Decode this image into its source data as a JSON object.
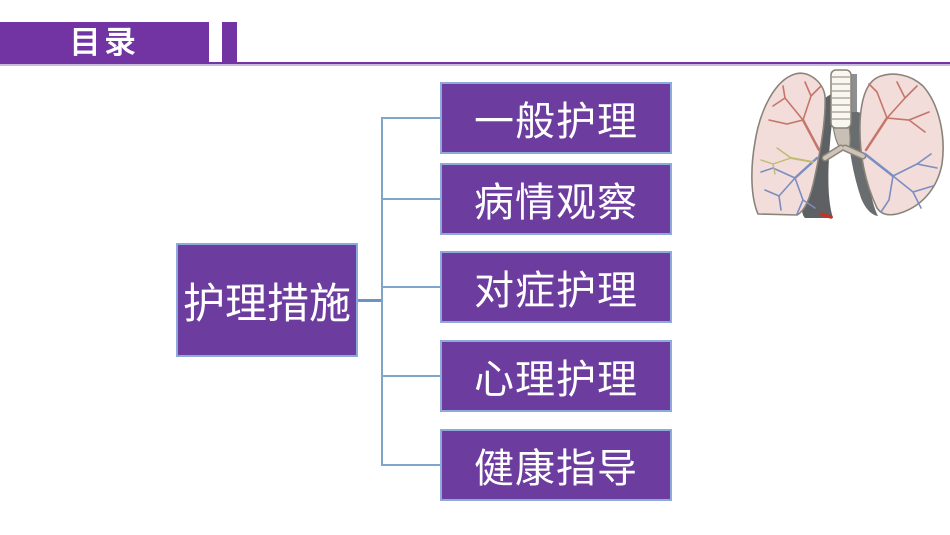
{
  "header": {
    "badge": "目录"
  },
  "diagram": {
    "root_label": "护理措施",
    "items": [
      {
        "label": "一般护理"
      },
      {
        "label": "病情观察"
      },
      {
        "label": "对症护理"
      },
      {
        "label": "心理护理"
      },
      {
        "label": "健康指导"
      }
    ]
  },
  "illustration": {
    "name": "lungs-anatomy-illustration"
  },
  "colors": {
    "banner_purple": "#7134A2",
    "node_purple": "#6C3C9F",
    "node_border_blue": "#8EAADC",
    "connector_blue": "#7FA6C9",
    "root_link_blue": "#6E93C0",
    "divider_light": "#C9BAE0",
    "text_white": "#FFFFFF",
    "lung_pink": "#F2DDDA",
    "lung_outline": "#8A8379",
    "shadow_gray": "#5E6163",
    "artery_red": "#C4766A",
    "vein_blue": "#7C8EC0",
    "airway_yellow": "#BEBB72"
  }
}
